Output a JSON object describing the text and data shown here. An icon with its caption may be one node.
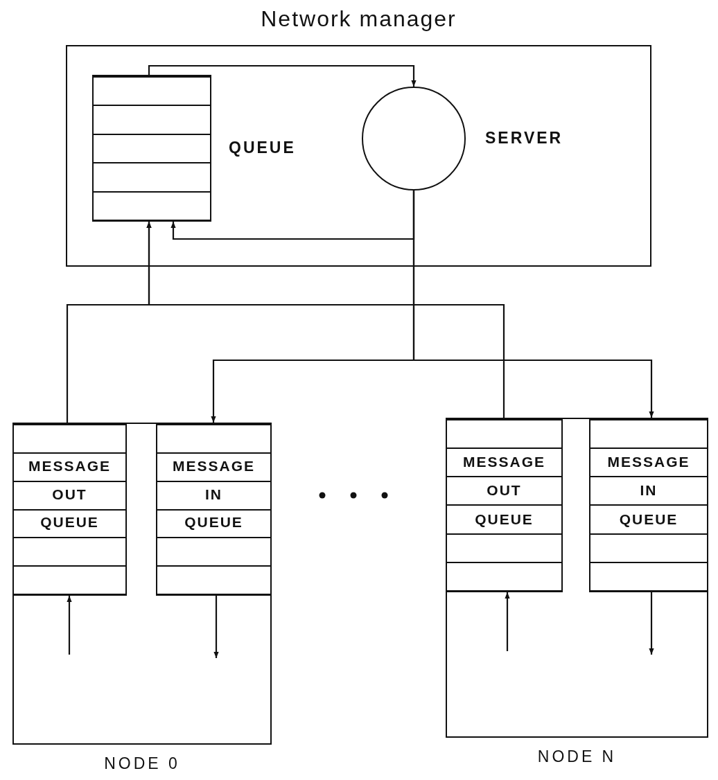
{
  "diagram": {
    "nodes": [
      {
        "text": [
          "Network manager"
        ]
      },
      {
        "text": [
          "QUEUE"
        ],
        "in": 0
      },
      {
        "text": [
          "SERVER"
        ],
        "in": 0
      },
      {
        "text": [
          "NODE 0"
        ]
      },
      {
        "text": [
          "MESSAGE OUT QUEUE"
        ],
        "in": 3
      },
      {
        "text": [
          "MESSAGE IN QUEUE"
        ],
        "in": 3
      },
      {
        "text": [
          "NODE N"
        ]
      },
      {
        "text": [
          "MESSAGE OUT QUEUE"
        ],
        "in": 6
      },
      {
        "text": [
          "MESSAGE IN QUEUE"
        ],
        "in": 6
      }
    ],
    "edges": [
      {
        "from": 1,
        "to": 2,
        "arrow": "to"
      },
      {
        "from": 2,
        "to": 1,
        "arrow": "to"
      },
      {
        "from": 2,
        "to": 5,
        "arrow": "to"
      },
      {
        "from": 2,
        "to": 8,
        "arrow": "to"
      },
      {
        "from": 4,
        "to": 1,
        "arrow": "to"
      },
      {
        "from": 7,
        "to": 1,
        "arrow": "to"
      },
      {
        "from": null,
        "to": 4,
        "arrow": "to"
      },
      {
        "from": 5,
        "to": null,
        "arrow": "to"
      },
      {
        "from": null,
        "to": 7,
        "arrow": "to"
      },
      {
        "from": 8,
        "to": null,
        "arrow": "to"
      }
    ]
  }
}
